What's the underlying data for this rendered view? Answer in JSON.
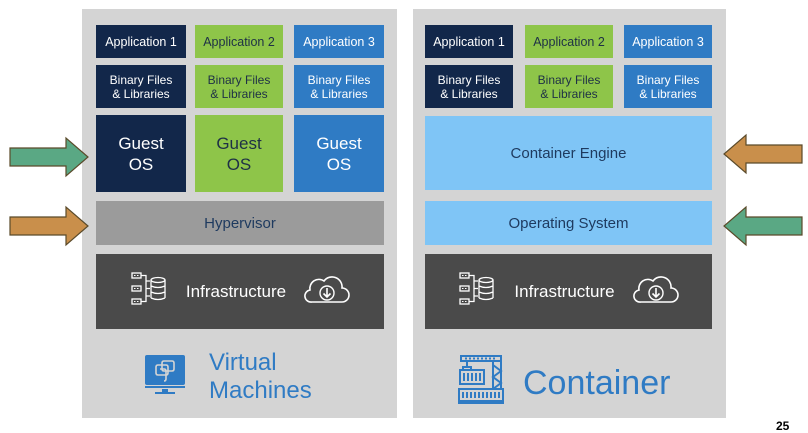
{
  "virtual_machines": {
    "title_line1": "Virtual",
    "title_line2": "Machines",
    "apps": [
      "Application 1",
      "Application 2",
      "Application 3"
    ],
    "binaries": [
      {
        "line1": "Binary Files",
        "line2": "& Libraries"
      },
      {
        "line1": "Binary Files",
        "line2": "& Libraries"
      },
      {
        "line1": "Binary Files",
        "line2": "& Libraries"
      }
    ],
    "guest_os": [
      {
        "line1": "Guest",
        "line2": "OS"
      },
      {
        "line1": "Guest",
        "line2": "OS"
      },
      {
        "line1": "Guest",
        "line2": "OS"
      }
    ],
    "hypervisor": "Hypervisor",
    "infrastructure": "Infrastructure",
    "icon": "virtual-machine-monitor-icon"
  },
  "container": {
    "title": "Container",
    "apps": [
      "Application 1",
      "Application 2",
      "Application 3"
    ],
    "binaries": [
      {
        "line1": "Binary Files",
        "line2": "& Libraries"
      },
      {
        "line1": "Binary Files",
        "line2": "& Libraries"
      },
      {
        "line1": "Binary Files",
        "line2": "& Libraries"
      }
    ],
    "engine": "Container Engine",
    "os": "Operating System",
    "infrastructure": "Infrastructure",
    "icon": "container-crane-icon"
  },
  "arrows": [
    {
      "target": "Guest OS",
      "direction": "right",
      "color": "#5aa884"
    },
    {
      "target": "Hypervisor",
      "direction": "right",
      "color": "#c98f4b"
    },
    {
      "target": "Container Engine",
      "direction": "left",
      "color": "#c98f4b"
    },
    {
      "target": "Operating System",
      "direction": "left",
      "color": "#5aa884"
    }
  ],
  "colors": {
    "navy": "#12274a",
    "green": "#8ec549",
    "blue": "#2f7bc4",
    "light_blue": "#7fc5f6",
    "hypervisor_gray": "#9b9b9b",
    "infra_dark": "#4a4a4a",
    "panel_gray": "#d4d4d4"
  },
  "page_number": "25"
}
